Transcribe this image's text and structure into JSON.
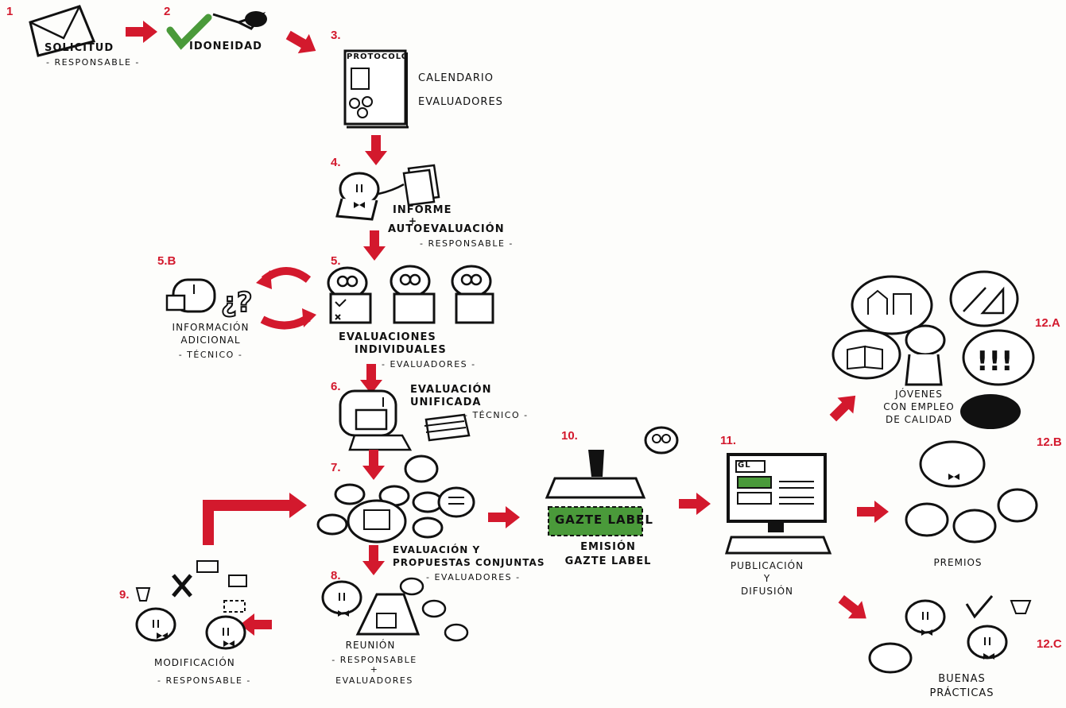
{
  "colors": {
    "accent": "#d3192d",
    "check": "#4a9a3a",
    "ink": "#111111",
    "paper": "#fdfdfb"
  },
  "steps": {
    "s1": {
      "num": "1",
      "title": "SOLICITUD",
      "sub": "- RESPONSABLE -"
    },
    "s2": {
      "num": "2",
      "title": "IDONEIDAD"
    },
    "s3": {
      "num": "3.",
      "doc": "PROTOCOLO",
      "line1": "CALENDARIO",
      "line2": "EVALUADORES"
    },
    "s4": {
      "num": "4.",
      "line1": "INFORME",
      "plus": "+",
      "line2": "AUTOEVALUACIÓN",
      "sub": "- RESPONSABLE -"
    },
    "s5": {
      "num": "5.",
      "line1": "EVALUACIONES",
      "line2": "INDIVIDUALES",
      "sub": "- EVALUADORES -"
    },
    "s5b": {
      "num": "5.B",
      "line1": "INFORMACIÓN",
      "line2": "ADICIONAL",
      "sub": "- TÉCNICO -"
    },
    "s6": {
      "num": "6.",
      "line1": "EVALUACIÓN",
      "line2": "UNIFICADA",
      "sub": "- TÉCNICO -"
    },
    "s7": {
      "num": "7.",
      "line1": "EVALUACIÓN Y",
      "line2": "PROPUESTAS CONJUNTAS",
      "sub": "- EVALUADORES -"
    },
    "s8": {
      "num": "8.",
      "line1": "REUNIÓN",
      "sub1": "- RESPONSABLE",
      "plus": "+",
      "sub2": "EVALUADORES"
    },
    "s9": {
      "num": "9.",
      "line1": "MODIFICACIÓN",
      "sub": "- RESPONSABLE -"
    },
    "s10": {
      "num": "10.",
      "stamp": "GAZTE LABEL",
      "line1": "EMISIÓN",
      "line2": "GAZTE LABEL"
    },
    "s11": {
      "num": "11.",
      "screen": "GL",
      "line1": "PUBLICACIÓN",
      "line2": "Y",
      "line3": "DIFUSIÓN"
    },
    "s12a": {
      "num": "12.A",
      "line1": "JÓVENES",
      "line2": "CON EMPLEO",
      "line3": "DE CALIDAD"
    },
    "s12b": {
      "num": "12.B",
      "line1": "PREMIOS"
    },
    "s12c": {
      "num": "12.C",
      "line1": "BUENAS",
      "line2": "PRÁCTICAS"
    }
  },
  "icons": [
    "envelope-icon",
    "check-pen-icon",
    "protocol-book-icon",
    "character-icon",
    "papers-icon",
    "question-mark-icon",
    "computer-icon",
    "speech-bubble-icon",
    "stamp-icon",
    "monitor-icon",
    "houses-icon",
    "tools-icon",
    "exclamation-icon",
    "beret-icon",
    "lightbulb-icon"
  ]
}
